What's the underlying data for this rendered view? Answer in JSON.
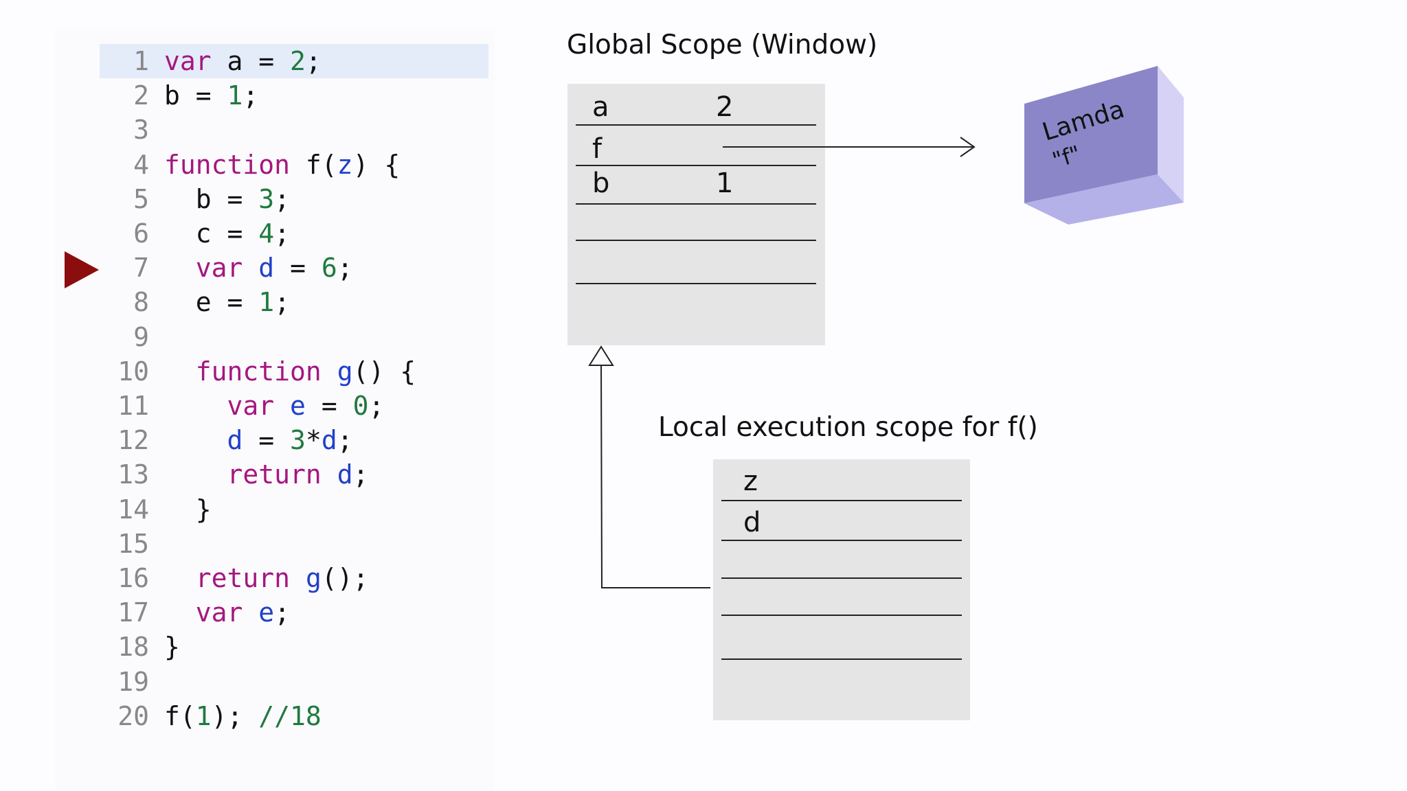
{
  "code": {
    "current_line_index": 0,
    "lines": [
      {
        "n": "1",
        "tokens": [
          {
            "t": "var",
            "c": "kw"
          },
          {
            "t": " a = ",
            "c": "pl"
          },
          {
            "t": "2",
            "c": "num"
          },
          {
            "t": ";",
            "c": "pl"
          }
        ]
      },
      {
        "n": "2",
        "tokens": [
          {
            "t": "b = ",
            "c": "pl"
          },
          {
            "t": "1",
            "c": "num"
          },
          {
            "t": ";",
            "c": "pl"
          }
        ]
      },
      {
        "n": "3",
        "tokens": []
      },
      {
        "n": "4",
        "tokens": [
          {
            "t": "function",
            "c": "kw"
          },
          {
            "t": " f(",
            "c": "pl"
          },
          {
            "t": "z",
            "c": "id"
          },
          {
            "t": ") {",
            "c": "pl"
          }
        ]
      },
      {
        "n": "5",
        "tokens": [
          {
            "t": "  b = ",
            "c": "pl"
          },
          {
            "t": "3",
            "c": "num"
          },
          {
            "t": ";",
            "c": "pl"
          }
        ]
      },
      {
        "n": "6",
        "tokens": [
          {
            "t": "  c = ",
            "c": "pl"
          },
          {
            "t": "4",
            "c": "num"
          },
          {
            "t": ";",
            "c": "pl"
          }
        ]
      },
      {
        "n": "7",
        "tokens": [
          {
            "t": "  ",
            "c": "pl"
          },
          {
            "t": "var",
            "c": "kw"
          },
          {
            "t": " ",
            "c": "pl"
          },
          {
            "t": "d",
            "c": "id"
          },
          {
            "t": " = ",
            "c": "pl"
          },
          {
            "t": "6",
            "c": "num"
          },
          {
            "t": ";",
            "c": "pl"
          }
        ]
      },
      {
        "n": "8",
        "tokens": [
          {
            "t": "  e = ",
            "c": "pl"
          },
          {
            "t": "1",
            "c": "num"
          },
          {
            "t": ";",
            "c": "pl"
          }
        ]
      },
      {
        "n": "9",
        "tokens": []
      },
      {
        "n": "10",
        "tokens": [
          {
            "t": "  ",
            "c": "pl"
          },
          {
            "t": "function",
            "c": "kw"
          },
          {
            "t": " ",
            "c": "pl"
          },
          {
            "t": "g",
            "c": "id"
          },
          {
            "t": "() {",
            "c": "pl"
          }
        ]
      },
      {
        "n": "11",
        "tokens": [
          {
            "t": "    ",
            "c": "pl"
          },
          {
            "t": "var",
            "c": "kw"
          },
          {
            "t": " ",
            "c": "pl"
          },
          {
            "t": "e",
            "c": "id"
          },
          {
            "t": " = ",
            "c": "pl"
          },
          {
            "t": "0",
            "c": "num"
          },
          {
            "t": ";",
            "c": "pl"
          }
        ]
      },
      {
        "n": "12",
        "tokens": [
          {
            "t": "    ",
            "c": "pl"
          },
          {
            "t": "d",
            "c": "id"
          },
          {
            "t": " = ",
            "c": "pl"
          },
          {
            "t": "3",
            "c": "num"
          },
          {
            "t": "*",
            "c": "pl"
          },
          {
            "t": "d",
            "c": "id"
          },
          {
            "t": ";",
            "c": "pl"
          }
        ]
      },
      {
        "n": "13",
        "tokens": [
          {
            "t": "    ",
            "c": "pl"
          },
          {
            "t": "return",
            "c": "kw"
          },
          {
            "t": " ",
            "c": "pl"
          },
          {
            "t": "d",
            "c": "id"
          },
          {
            "t": ";",
            "c": "pl"
          }
        ]
      },
      {
        "n": "14",
        "tokens": [
          {
            "t": "  }",
            "c": "pl"
          }
        ]
      },
      {
        "n": "15",
        "tokens": []
      },
      {
        "n": "16",
        "tokens": [
          {
            "t": "  ",
            "c": "pl"
          },
          {
            "t": "return",
            "c": "kw"
          },
          {
            "t": " ",
            "c": "pl"
          },
          {
            "t": "g",
            "c": "id"
          },
          {
            "t": "();",
            "c": "pl"
          }
        ]
      },
      {
        "n": "17",
        "tokens": [
          {
            "t": "  ",
            "c": "pl"
          },
          {
            "t": "var",
            "c": "kw"
          },
          {
            "t": " ",
            "c": "pl"
          },
          {
            "t": "e",
            "c": "id"
          },
          {
            "t": ";",
            "c": "pl"
          }
        ]
      },
      {
        "n": "18",
        "tokens": [
          {
            "t": "}",
            "c": "pl"
          }
        ]
      },
      {
        "n": "19",
        "tokens": []
      },
      {
        "n": "20",
        "tokens": [
          {
            "t": "f(",
            "c": "pl"
          },
          {
            "t": "1",
            "c": "num"
          },
          {
            "t": "); ",
            "c": "pl"
          },
          {
            "t": "//18",
            "c": "cm"
          }
        ]
      }
    ]
  },
  "execution_pointer": {
    "line": "7",
    "color": "#8b0d0d"
  },
  "global_scope": {
    "title": "Global Scope (Window)",
    "rows": [
      {
        "name": "a",
        "value": "2"
      },
      {
        "name": "f",
        "value": ""
      },
      {
        "name": "b",
        "value": "1"
      },
      {
        "name": "",
        "value": ""
      },
      {
        "name": "",
        "value": ""
      }
    ]
  },
  "lambda": {
    "label_line1": "Lamda",
    "label_line2": "\"f\"",
    "colors": {
      "front": "#8a86c8",
      "side": "#d6d2f6",
      "bottom": "#b4b0e8"
    }
  },
  "local_scope": {
    "title": "Local execution scope for f()",
    "rows": [
      {
        "name": "z",
        "value": ""
      },
      {
        "name": "d",
        "value": ""
      },
      {
        "name": "",
        "value": ""
      },
      {
        "name": "",
        "value": ""
      },
      {
        "name": "",
        "value": ""
      }
    ]
  },
  "colors": {
    "keyword": "#a4177f",
    "number": "#1f7a3e",
    "identifier": "#2140c9",
    "highlight": "#e4ecfa",
    "scope_box": "#e6e5e6"
  }
}
